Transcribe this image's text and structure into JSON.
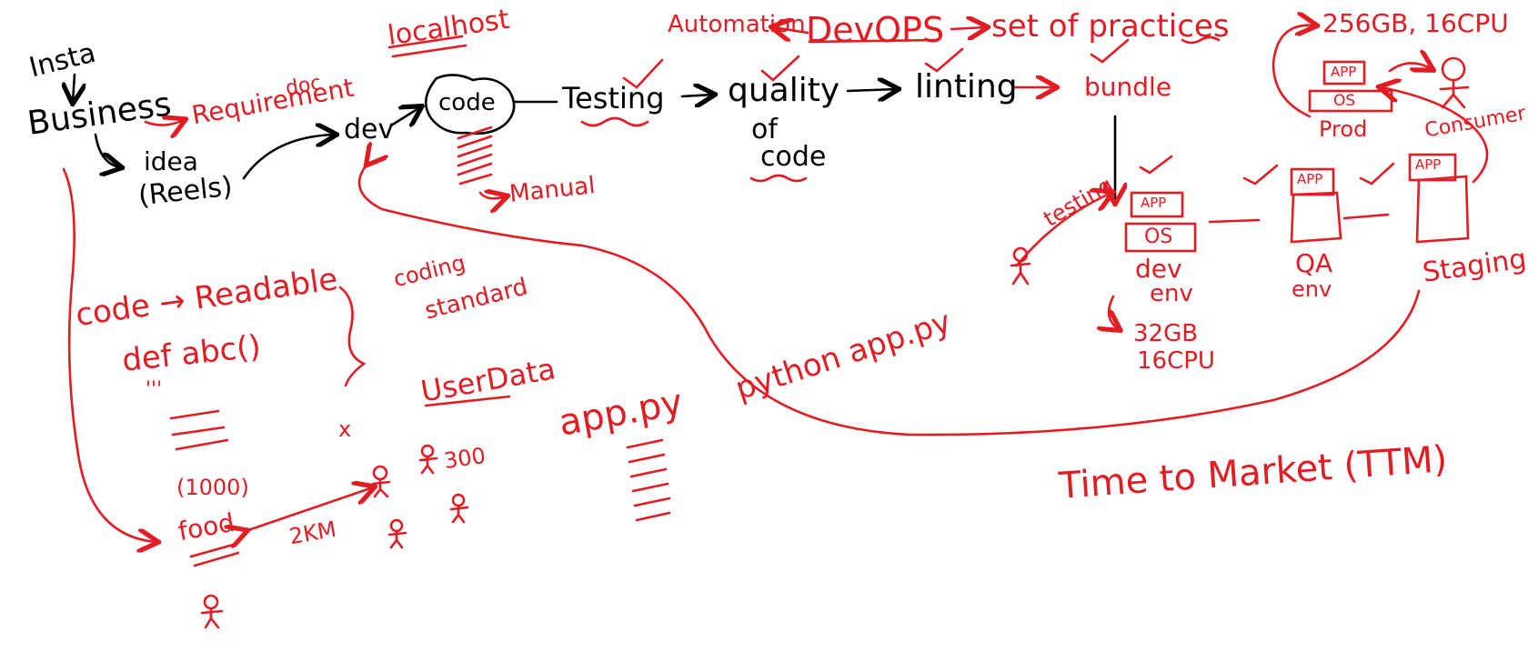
{
  "colors": {
    "ink_black": "#000000",
    "ink_red": "#e31b23",
    "background": "#ffffff"
  },
  "left": {
    "insta": "Insta",
    "business": "Business",
    "requirement": "Requirement",
    "doc": "doc",
    "idea": "idea",
    "reels": "(Reels)",
    "dev": "dev",
    "code": "code",
    "manual": "Manual",
    "localhost": "localhost",
    "code_readable": "code → Readable",
    "coding": "coding",
    "standard": "standard",
    "def_abc": "def abc()",
    "triple_quote": "'''",
    "x_mark": "x",
    "user_data": "UserData",
    "count_300": "300",
    "count_1000": "(1000)",
    "food": "food",
    "distance": "2KM",
    "app_py": "app.py",
    "python_app_py": "python app.py"
  },
  "top": {
    "automation": "Automation",
    "devops": "DevOPS",
    "practices": "set of practices",
    "testing": "Testing",
    "quality": "quality",
    "of": "of",
    "code2": "code",
    "linting": "linting",
    "bundle": "bundle"
  },
  "right": {
    "specs_prod": "256GB, 16CPU",
    "app": "APP",
    "os": "OS",
    "prod": "Prod",
    "consumer": "Consumer",
    "testing": "testing",
    "dev_env": "dev",
    "env": "env",
    "specs_dev": "32GB",
    "specs_dev_cpu": "16CPU",
    "qa": "QA",
    "qa_env": "env",
    "staging": "Staging",
    "ttm": "Time to Market (TTM)"
  }
}
